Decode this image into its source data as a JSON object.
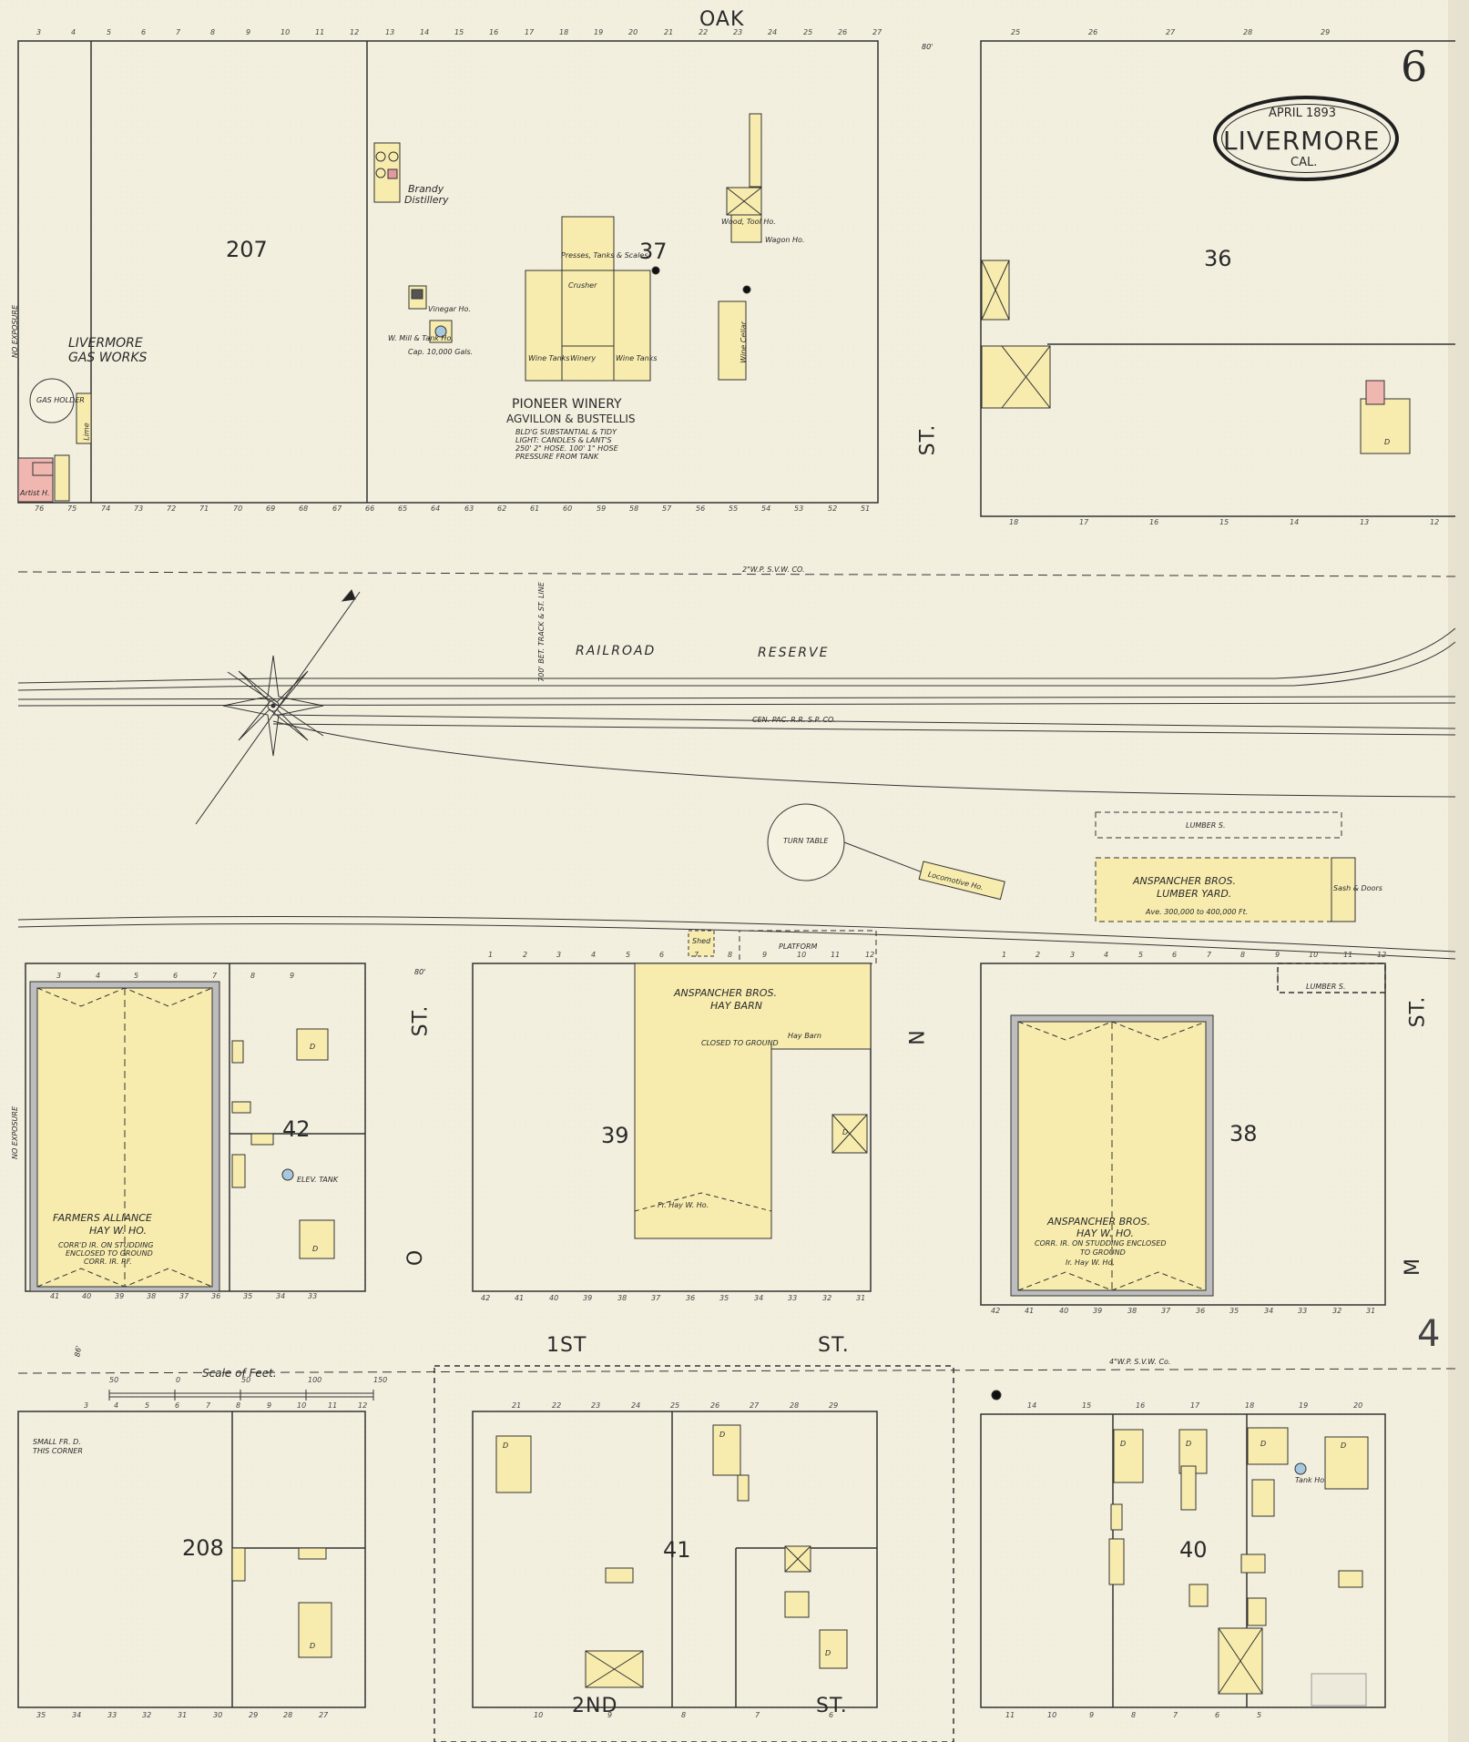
{
  "header": {
    "date": "APRIL 1893",
    "city": "LIVERMORE",
    "state": "CAL.",
    "sheet_number": "6",
    "adjoining_sheet": "4"
  },
  "streets": {
    "oak": "OAK",
    "st": "ST.",
    "o": "O",
    "n": "N",
    "m": "M",
    "first": "1ST",
    "second": "2ND"
  },
  "blocks": {
    "b207": "207",
    "b37": "37",
    "b36": "36",
    "b42": "42",
    "b39": "39",
    "b38": "38",
    "b208": "208",
    "b41": "41",
    "b40": "40"
  },
  "labels": {
    "gas_works": "LIVERMORE",
    "gas_works_2": "GAS WORKS",
    "gas_holder": "GAS HOLDER",
    "artist": "Artist H.",
    "lime": "Lime",
    "no_exposure": "NO EXPOSURE",
    "brandy": "Brandy",
    "distillery": "Distillery",
    "vinegar": "Vinegar Ho.",
    "tank": "W. Mill & Tank Ho.",
    "tank_cap": "Cap. 10,000 Gals.",
    "presses": "Presses, Tanks & Scales",
    "crusher": "Crusher",
    "wine_tanks_l": "Wine Tanks",
    "winery": "Winery",
    "wine_tanks_r": "Wine Tanks",
    "pioneer": "PIONEER WINERY",
    "agvillon": "AGVILLON & BUSTELLIS",
    "pioneer_note1": "BLD'G SUBSTANTIAL & TIDY",
    "pioneer_note2": "LIGHT: CANDLES & LANT'S",
    "pioneer_note3": "250' 2\" HOSE. 100' 1\" HOSE",
    "pioneer_note4": "PRESSURE FROM TANK",
    "wood_tool": "Wood, Tool Ho.",
    "wagon": "Wagon Ho.",
    "wine_cellar": "Wine Cellar",
    "swv_top": "2\"W.P. S.V.W. CO.",
    "track": "700' BET. TRACK & ST. LINE",
    "railroad": "RAILROAD",
    "reserve": "RESERVE",
    "cen_pac": "CEN. PAC. R.R. S.P. CO.",
    "turn_table": "TURN TABLE",
    "locomotive": "Locomotive Ho.",
    "lumber_s": "LUMBER S.",
    "lumber_yard_1": "ANSPANCHER BROS.",
    "lumber_yard_2": "LUMBER YARD.",
    "lumber_avg": "Ave. 300,000 to 400,000 Ft.",
    "sash": "Sash & Doors",
    "platform": "PLATFORM",
    "shed": "Shed",
    "hay_barn_1": "ANSPANCHER BROS.",
    "hay_barn_2": "HAY BARN",
    "hay_barn_small": "Hay Barn",
    "closed": "CLOSED TO GROUND",
    "fr_hay": "Fr. Hay W. Ho.",
    "farmers_1": "FARMERS ALLIANCE",
    "farmers_2": "HAY W. HO.",
    "farmers_3": "CORR'D IR. ON STUDDING",
    "farmers_4": "ENCLOSED TO GROUND",
    "farmers_5": "CORR. IR. RF.",
    "elev_tank": "ELEV. TANK",
    "hay_wh_1": "ANSPANCHER BROS.",
    "hay_wh_2": "HAY W. HO.",
    "hay_wh_3": "CORR. IR. ON STUDDING ENCLOSED",
    "hay_wh_4": "TO GROUND",
    "hay_wh_5": "Ir. Hay W. Ho.",
    "lumber_s2": "LUMBER S.",
    "scale": "Scale of Feet.",
    "small_fr": "SMALL FR. D.",
    "this_corner": "THIS CORNER",
    "swv_bottom": "4\"W.P. S.V.W. Co.",
    "tank_ho": "Tank Ho.",
    "d": "D",
    "width_80": "80'",
    "width_86": "86'",
    "no_exposure2": "NO EXPOSURE"
  },
  "lot_numbers": {
    "oak_top": [
      "3",
      "4",
      "5",
      "6",
      "7",
      "8",
      "9",
      "10",
      "11",
      "12",
      "13",
      "14",
      "15",
      "16",
      "17",
      "18",
      "19",
      "20",
      "21",
      "22",
      "23",
      "24",
      "25",
      "26",
      "27"
    ],
    "oak_bottom": [
      "76",
      "75",
      "74",
      "73",
      "72",
      "71",
      "70",
      "69",
      "68",
      "67",
      "66",
      "65",
      "64",
      "63",
      "62",
      "61",
      "60",
      "59",
      "58",
      "57",
      "56",
      "55",
      "54",
      "53",
      "52",
      "51"
    ],
    "b36_top": [
      "25",
      "26",
      "27",
      "28",
      "29"
    ],
    "b36_bottom": [
      "18",
      "17",
      "16",
      "15",
      "14",
      "13",
      "12"
    ],
    "b39_top": [
      "1",
      "2",
      "3",
      "4",
      "5",
      "6",
      "7",
      "8",
      "9",
      "10",
      "11",
      "12"
    ],
    "b39_bottom": [
      "42",
      "41",
      "40",
      "39",
      "38",
      "37",
      "36",
      "35",
      "34",
      "33",
      "32",
      "31"
    ],
    "b38_top": [
      "1",
      "2",
      "3",
      "4",
      "5",
      "6",
      "7",
      "8",
      "9",
      "10",
      "11",
      "12"
    ],
    "b38_bottom": [
      "42",
      "41",
      "40",
      "39",
      "38",
      "37",
      "36",
      "35",
      "34",
      "33",
      "32",
      "31"
    ],
    "b42_top": [
      "3",
      "4",
      "5",
      "6",
      "7",
      "8",
      "9"
    ],
    "b42_bottom": [
      "41",
      "40",
      "39",
      "38",
      "37",
      "36",
      "35",
      "34",
      "33"
    ],
    "b208_top": [
      "3",
      "4",
      "5",
      "6",
      "7",
      "8",
      "9",
      "10",
      "11",
      "12"
    ],
    "b208_bottom": [
      "35",
      "34",
      "33",
      "32",
      "31",
      "30",
      "29",
      "28",
      "27"
    ],
    "b41_top": [
      "21",
      "22",
      "23",
      "24",
      "25",
      "26",
      "27",
      "28",
      "29"
    ],
    "b41_bottom": [
      "10",
      "9",
      "8",
      "7",
      "6"
    ],
    "b40_top": [
      "14",
      "15",
      "16",
      "17",
      "18",
      "19",
      "20"
    ],
    "b40_bottom": [
      "11",
      "10",
      "9",
      "8",
      "7",
      "6",
      "5"
    ],
    "scale_ticks": [
      "50",
      "0",
      "50",
      "100",
      "150"
    ]
  }
}
